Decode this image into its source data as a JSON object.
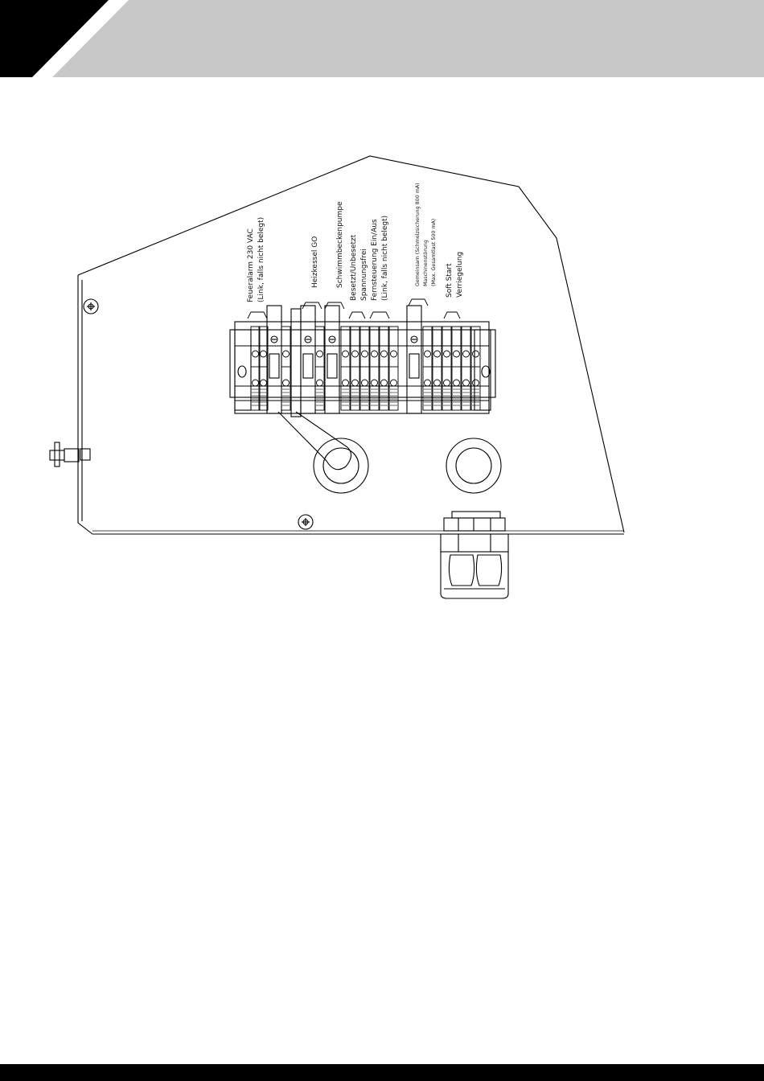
{
  "labels": {
    "feueralarm": "Feueralarm 230 VAC",
    "link_feueralarm": "(Link, falls nicht belegt)",
    "heizkessel": "Heizkessel GO",
    "schwimmbeckenpumpe": "Schwimmbeckenpumpe",
    "besetzt": "Besetzt/Unbesetzt",
    "spannungsfrei": "Spannungsfrei",
    "fernsteuerung": "Fernsteuerung Ein/Aus",
    "link_fernsteuerung": "(Link, falls nicht belegt)",
    "gemeinsam": "Gemeinsam (Schmelzsicherung 800 mA)",
    "maschinenstoerung": "Maschinenstörung",
    "gesamtlast": "(Max. Gesamtlast 500 mA)",
    "softstart": "Soft Start",
    "verriegelung": "Verriegelung"
  },
  "colors": {
    "header_black": "#000000",
    "header_gray": "#c8c8c8",
    "line": "#000000"
  }
}
